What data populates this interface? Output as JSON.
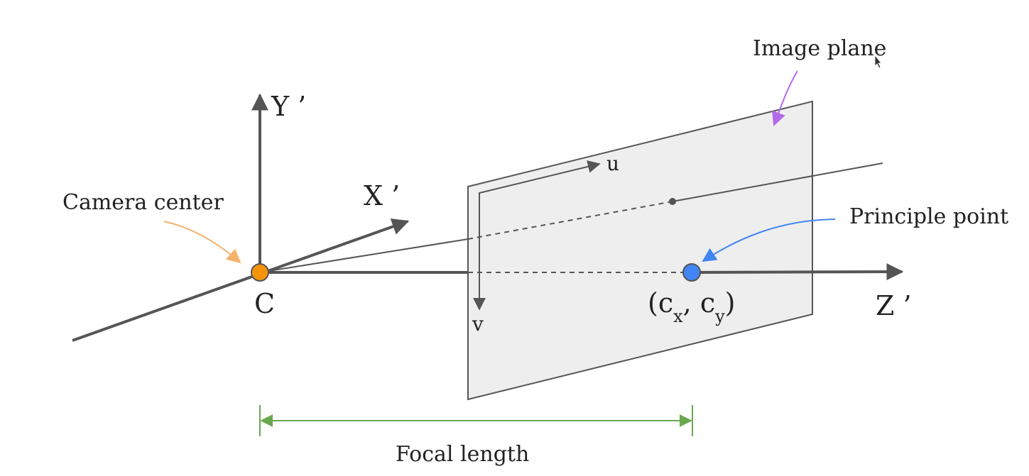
{
  "labels": {
    "image_plane": "Image plane",
    "camera_center": "Camera center",
    "principle_point": "Principle point",
    "focal_length": "Focal length",
    "axis_y": "Y ’",
    "axis_x": "X ’",
    "axis_z": "Z ’",
    "center": "C",
    "u": "u",
    "v": "v",
    "cxy_open": "(c",
    "cx_sub": "x",
    "cxy_comma": ", c",
    "cy_sub": "y",
    "cxy_close": ")"
  },
  "colors": {
    "axis": "#555555",
    "plane_fill": "#eeeeee",
    "plane_stroke": "#555555",
    "camera_center_dot": "#f5930b",
    "camera_center_arrow": "#f4b26b",
    "principle_point_dot": "#4285f4",
    "principle_point_arrow": "#4285f4",
    "image_plane_arrow": "#b36ae8",
    "focal_length": "#6aa84f"
  }
}
